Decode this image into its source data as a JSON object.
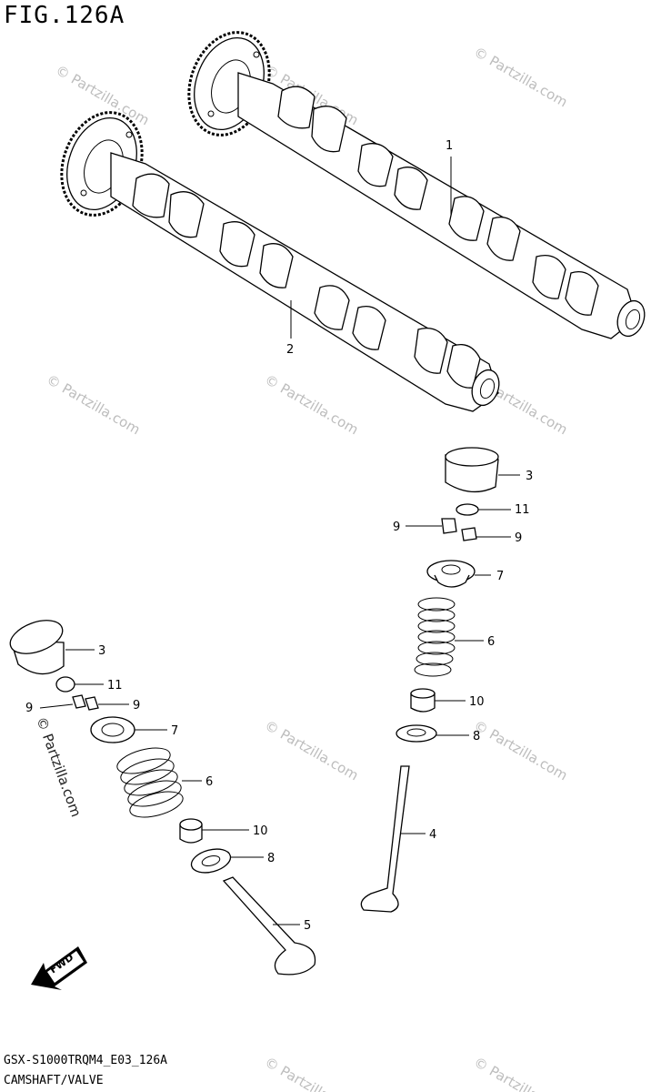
{
  "figure": {
    "title": "FIG.126A",
    "model_code": "GSX-S1000TRQM4_E03_126A",
    "section": "CAMSHAFT/VALVE"
  },
  "watermark": {
    "text": "© Partzilla.com"
  },
  "callouts": {
    "camshaft_upper": "1",
    "camshaft_lower": "2",
    "tappet_right": "3",
    "shim_right": "11",
    "cotter_right_a": "9",
    "cotter_right_b": "9",
    "retainer_right": "7",
    "spring_right": "6",
    "seal_right": "10",
    "seat_right": "8",
    "valve_right": "4",
    "tappet_left": "3",
    "shim_left": "11",
    "cotter_left_a": "9",
    "cotter_left_b": "9",
    "retainer_left": "7",
    "spring_left": "6",
    "seal_left": "10",
    "seat_left": "8",
    "valve_left": "5"
  },
  "fwd_arrow": {
    "label": "FWD"
  }
}
